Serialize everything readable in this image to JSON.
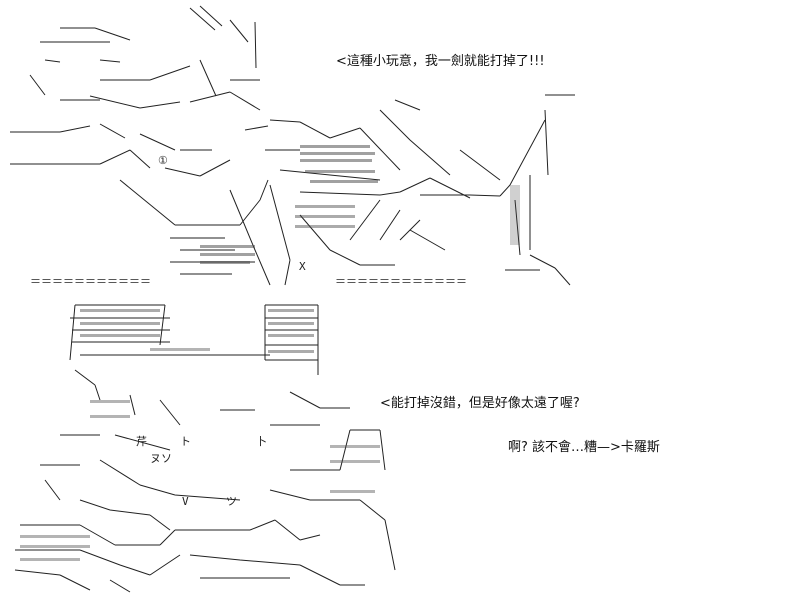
{
  "captions": {
    "line1": "<這種小玩意，我一劍就能打掉了!!!",
    "line2": "<能打掉沒錯，但是好像太遠了喔?",
    "line3": "啊? 該不會…糟—>卡羅斯"
  },
  "art": {
    "top_dashes": "＝＝＝＝＝＝＝＝＝＝＝",
    "top_dashes_right": "＝＝＝＝＝＝＝＝＝＝＝＝",
    "glyph_a": "①",
    "glyph_b": "X",
    "glyph_c": "芹",
    "glyph_d": "ト",
    "glyph_e": "ヌソ",
    "glyph_f": "V",
    "glyph_g": "ツ",
    "glyph_h": "卜"
  }
}
